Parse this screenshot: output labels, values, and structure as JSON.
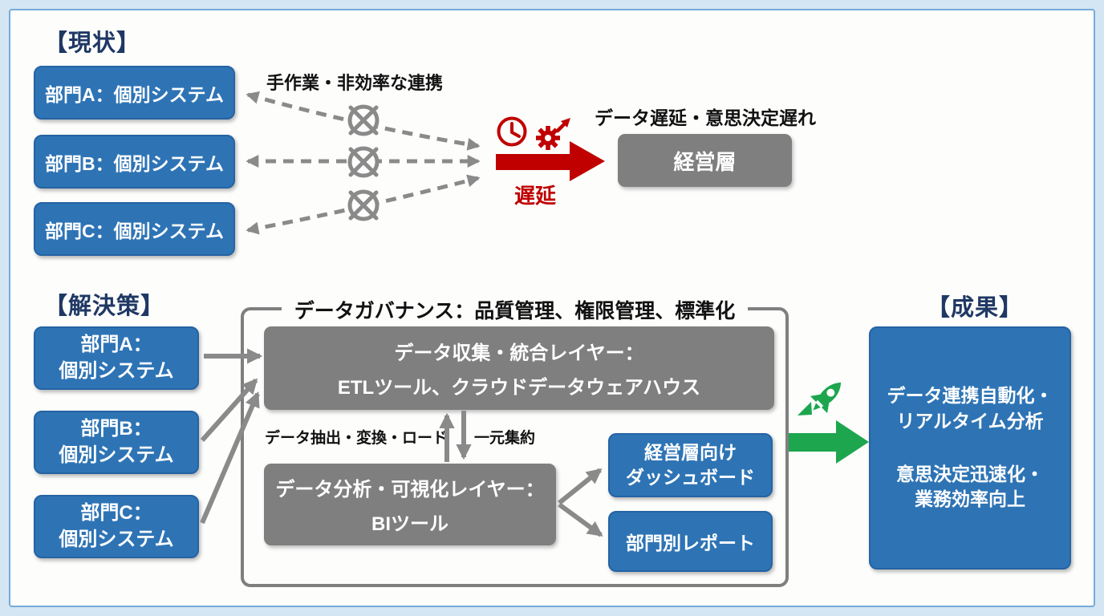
{
  "colors": {
    "blue": "#2E74B5",
    "blue_border": "#2563A3",
    "gray": "#7F7F7F",
    "arrow_gray": "#8A8A8A",
    "red": "#C00000",
    "green": "#1DA64E",
    "navy": "#1F3864",
    "text_black": "#111111",
    "frame_border": "#76ABDB",
    "frame_bg": "#D4E6F4",
    "panel_bg": "#FDFDFC"
  },
  "current": {
    "heading": "【現状】",
    "departments": [
      "部門A：個別システム",
      "部門B：個別システム",
      "部門C：個別システム"
    ],
    "manual_label": "手作業・非効率な連携",
    "delay_result_label": "データ遅延・意思決定遅れ",
    "delay_label": "遅延",
    "management_label": "経営層"
  },
  "solution": {
    "heading": "【解決策】",
    "departments": [
      {
        "line1": "部門A：",
        "line2": "個別システム"
      },
      {
        "line1": "部門B：",
        "line2": "個別システム"
      },
      {
        "line1": "部門C：",
        "line2": "個別システム"
      }
    ],
    "governance_title": "データガバナンス：品質管理、権限管理、標準化",
    "collection_layer": {
      "line1": "データ収集・統合レイヤー：",
      "line2": "ETLツール、クラウドデータウェアハウス"
    },
    "analysis_layer": {
      "line1": "データ分析・可視化レイヤー：",
      "line2": "BIツール"
    },
    "etl_label": "データ抽出・変換・ロード",
    "aggregate_label": "一元集約",
    "dashboard": {
      "line1": "経営層向け",
      "line2": "ダッシュボード"
    },
    "report_label": "部門別レポート"
  },
  "outcome": {
    "heading": "【成果】",
    "box": {
      "p1_line1": "データ連携自動化・",
      "p1_line2": "リアルタイム分析",
      "p2_line1": "意思決定迅速化・",
      "p2_line2": "業務効率向上"
    }
  },
  "icons": {
    "clock": "clock-icon (red outlined clock, delay symbol)",
    "gear": "gear-icon (red gear with up-right escalation arrow)",
    "blocked": "blocked-connection-icon (gray circle with X, shown 3 times on dashed links)",
    "rocket": "rocket-icon (green rocket above success arrow)"
  }
}
